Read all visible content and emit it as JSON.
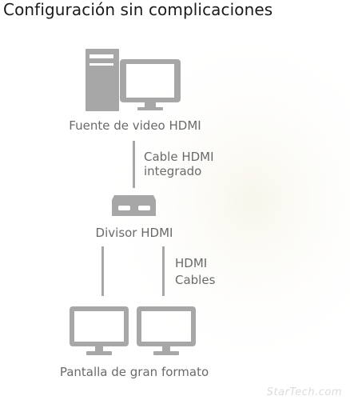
{
  "title": "Configuración sin complicaciones",
  "nodes": {
    "source_label": "Fuente de video HDMI",
    "splitter_label": "Divisor HDMI",
    "displays_label": "Pantalla de gran formato"
  },
  "connections": {
    "top_line1": "Cable HDMI",
    "top_line2": "integrado",
    "bottom_line1": "HDMI",
    "bottom_line2": "Cables"
  },
  "watermark": "StarTech.com",
  "colors": {
    "icon_gray": "#a7a7a7",
    "label_gray": "#6a6a6a",
    "title": "#1a1a1a"
  }
}
